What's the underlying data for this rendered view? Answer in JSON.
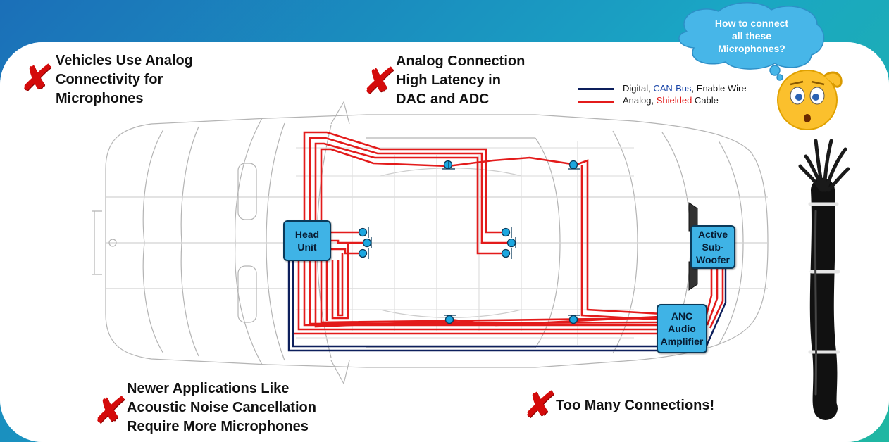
{
  "callouts": {
    "top_left": "Vehicles Use Analog\nConnectivity for\nMicrophones",
    "top_center": "Analog Connection\nHigh Latency in\nDAC and ADC",
    "bottom_left": "Newer Applications Like\nAcoustic Noise Cancellation\nRequire More Microphones",
    "bottom_right": "Too Many Connections!"
  },
  "x_mark_glyph": "✘",
  "thought_bubble": "How to connect\nall these\nMicrophones?",
  "legend": {
    "digital": {
      "prefix": "Digital, ",
      "highlight": "CAN-Bus",
      "suffix": ", Enable Wire",
      "color": "#0d1f5c"
    },
    "analog": {
      "prefix": "Analog, ",
      "highlight": "Shielded",
      "suffix": " Cable",
      "color": "#e31b1b"
    }
  },
  "components": {
    "head_unit": "Head\nUnit",
    "subwoofer": "Active\nSub-\nWoofer",
    "amplifier": "ANC\nAudio\nAmplifier"
  },
  "colors": {
    "accent_blue": "#3fb3e6",
    "wire_red": "#e31b1b",
    "wire_navy": "#0d1f5c",
    "x_red": "#d40b0b",
    "cloud": "#47b6e8"
  },
  "icons": [
    "x-mark-icon",
    "microphone-icon",
    "confused-emoji-icon",
    "cable-bundle-icon",
    "thought-cloud-icon",
    "speaker-icon"
  ]
}
